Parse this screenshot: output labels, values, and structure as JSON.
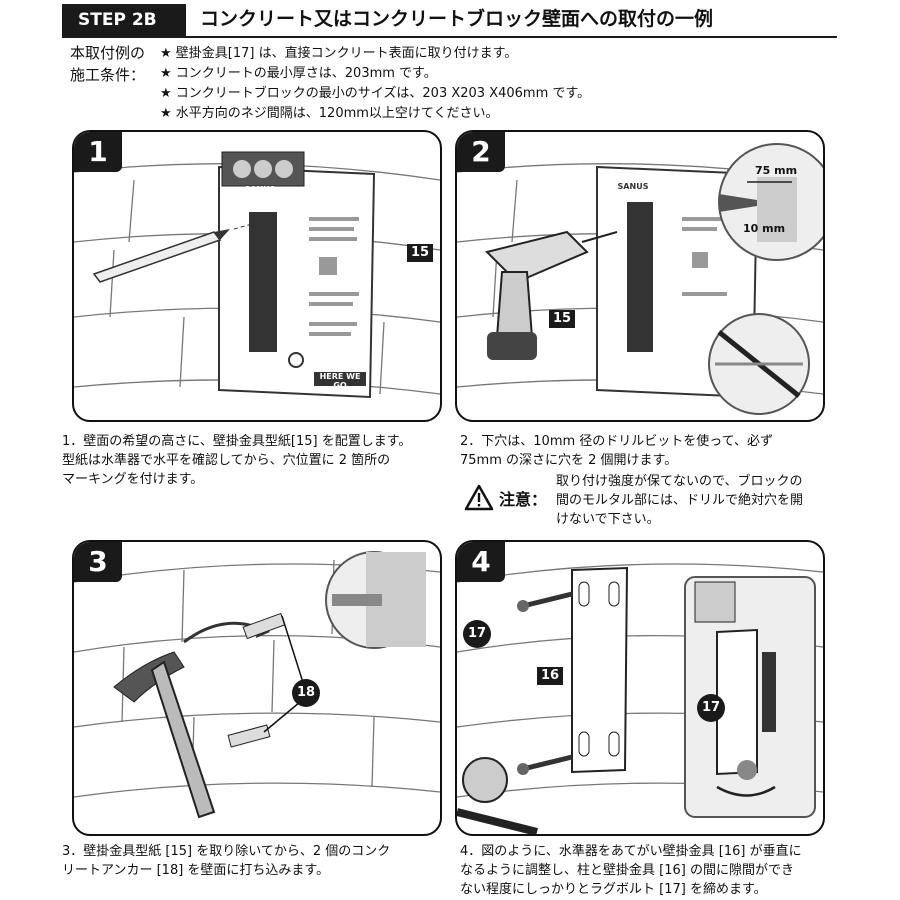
{
  "header": {
    "step": "STEP 2B",
    "title": "コンクリート又はコンクリートブロック壁面への取付の一例"
  },
  "conditions": {
    "label_1": "本取付例の",
    "label_2": "施工条件：",
    "items": [
      "★ 壁掛金具[17] は、直接コンクリート表面に取り付けます。",
      "★ コンクリートの最小厚さは、203mm です。",
      "★ コンクリートブロックの最小のサイズは、203 X203 X406mm です。",
      "★ 水平方向のネジ間隔は、120mm以上空けてください。"
    ]
  },
  "panels": [
    {
      "number": "1",
      "template_label": "15",
      "brand": "SANUS",
      "template_footer": "HERE WE GO",
      "caption": [
        "1．壁面の希望の高さに、壁掛金具型紙[15] を配置します。",
        "型紙は水準器で水平を確認してから、穴位置に 2 箇所の",
        "マーキングを付けます。"
      ]
    },
    {
      "number": "2",
      "template_label": "15",
      "brand": "SANUS",
      "depth_label": "75 mm",
      "drill_label": "10 mm",
      "caption": [
        "2．下穴は、10mm 径のドリルビットを使って、必ず",
        "75mm の深さに穴を 2 個開けます。"
      ],
      "caution_label": "注意：",
      "caution_text": [
        "取り付け強度が保てないので、ブロックの",
        "間のモルタル部には、ドリルで絶対穴を開",
        "けないで下さい。"
      ]
    },
    {
      "number": "3",
      "anchor_label": "18",
      "caption": [
        "3．壁掛金具型紙 [15] を取り除いてから、2 個のコンク",
        "リートアンカー [18] を壁面に打ち込みます。"
      ]
    },
    {
      "number": "4",
      "bracket_label": "16",
      "bolt_label": "17",
      "inset_bolt_label": "17",
      "caption": [
        "4．図のように、水準器をあてがい壁掛金具 [16] が垂直に",
        "なるように調整し、柱と壁掛金具 [16] の間に隙間ができ",
        "ない程度にしっかりとラグボルト [17] を締めます。"
      ]
    }
  ]
}
